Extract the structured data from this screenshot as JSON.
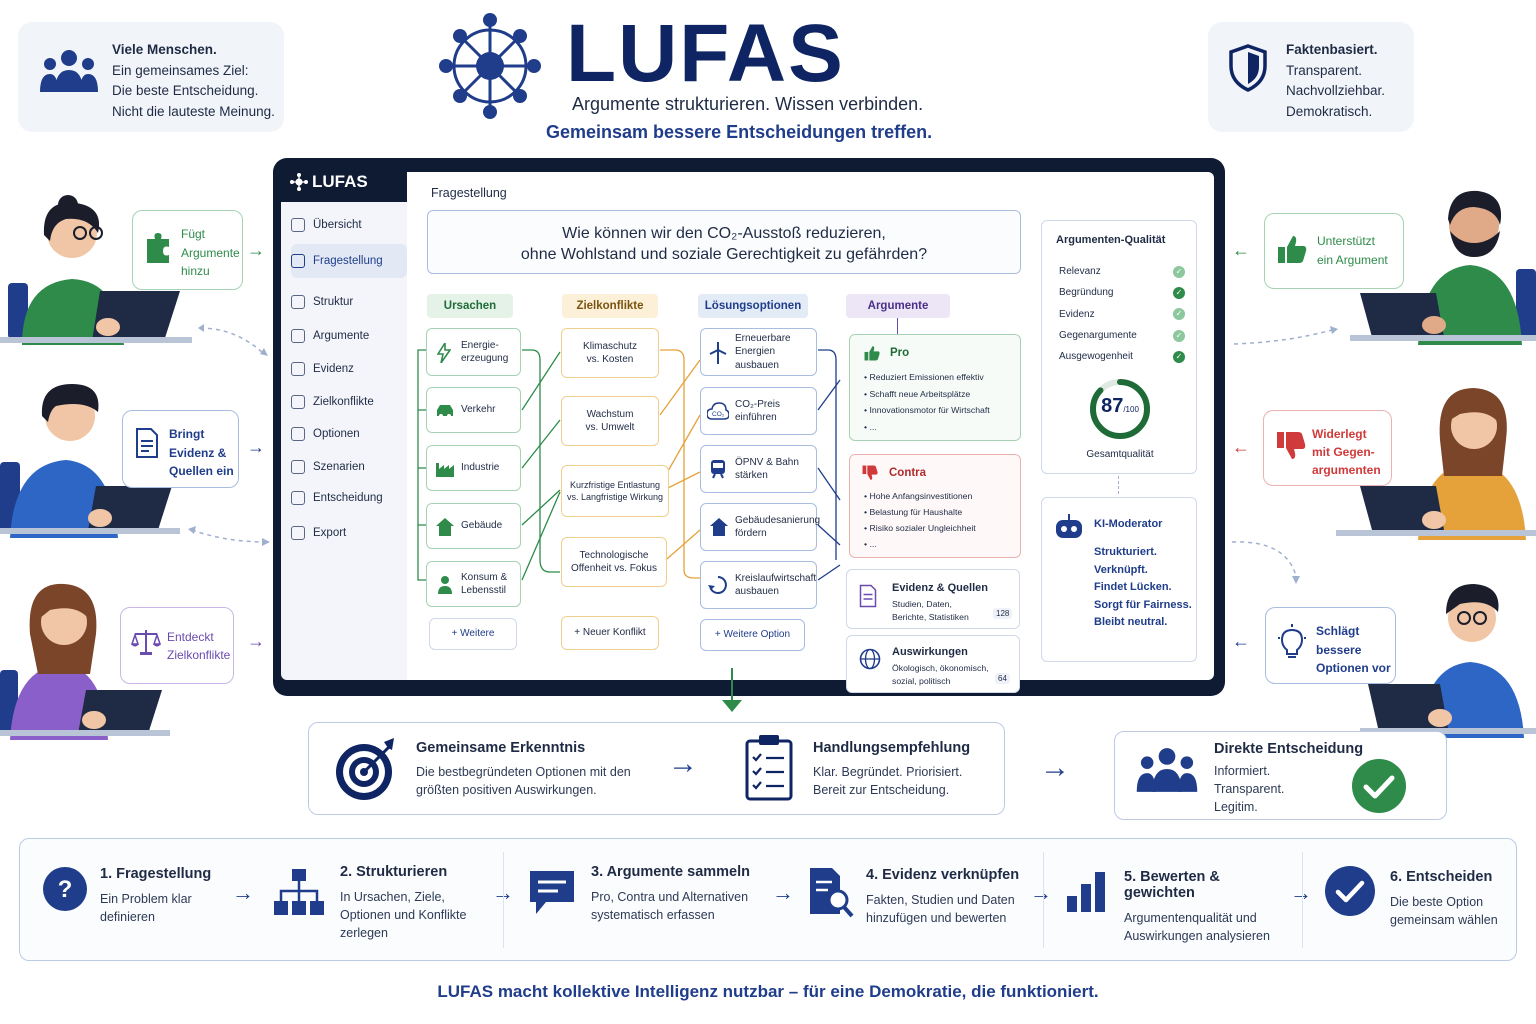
{
  "brand": {
    "name": "LUFAS",
    "tagline": "Argumente strukturieren. Wissen verbinden.",
    "subtagline": "Gemeinsam bessere Entscheidungen treffen."
  },
  "top_left": [
    "Viele Menschen.",
    "Ein gemeinsames Ziel:",
    "Die beste Entscheidung.",
    "Nicht die lauteste Meinung."
  ],
  "top_right": [
    "Faktenbasiert.",
    "Transparent.",
    "Nachvollziehbar.",
    "Demokratisch."
  ],
  "left_actions": [
    {
      "lines": [
        "Fügt",
        "Argumente",
        "hinzu"
      ],
      "color": "#2e8b4a"
    },
    {
      "lines": [
        "Bringt",
        "Evidenz &",
        "Quellen ein"
      ],
      "color": "#1f3d8a"
    },
    {
      "lines": [
        "Entdeckt",
        "Zielkonflikte"
      ],
      "color": "#6a4bb0"
    }
  ],
  "right_actions": [
    {
      "lines": [
        "Unterstützt",
        "ein Argument"
      ],
      "color": "#2e8b4a"
    },
    {
      "lines": [
        "Widerlegt",
        "mit Gegen-",
        "argumenten"
      ],
      "color": "#d13a3a"
    },
    {
      "lines": [
        "Schlägt",
        "bessere",
        "Optionen vor"
      ],
      "color": "#1f3d8a"
    }
  ],
  "app": {
    "logo": "LUFAS",
    "nav": [
      "Übersicht",
      "Fragestellung",
      "Struktur",
      "Argumente",
      "Evidenz",
      "Zielkonflikte",
      "Optionen",
      "Szenarien",
      "Entscheidung",
      "Export"
    ],
    "active_nav": "Fragestellung",
    "section_label": "Fragestellung",
    "question_line1": "Wie können wir den CO₂-Ausstoß reduzieren,",
    "question_line2": "ohne Wohlstand und soziale Gerechtigkeit zu gefährden?",
    "columns": {
      "causes": "Ursachen",
      "conflicts": "Zielkonflikte",
      "options": "Lösungsoptionen",
      "arguments": "Argumente"
    },
    "causes": [
      [
        "Energie-",
        "erzeugung"
      ],
      [
        "Verkehr"
      ],
      [
        "Industrie"
      ],
      [
        "Gebäude"
      ],
      [
        "Konsum &",
        "Lebensstil"
      ]
    ],
    "conflicts": [
      [
        "Klimaschutz",
        "vs. Kosten"
      ],
      [
        "Wachstum",
        "vs. Umwelt"
      ],
      [
        "Kurzfristige Entlastung",
        "vs. Langfristige Wirkung"
      ],
      [
        "Technologische",
        "Offenheit vs. Fokus"
      ]
    ],
    "options": [
      [
        "Erneuerbare",
        "Energien ausbauen"
      ],
      [
        "CO₂-Preis",
        "einführen"
      ],
      [
        "ÖPNV & Bahn",
        "stärken"
      ],
      [
        "Gebäudesanierung",
        "fördern"
      ],
      [
        "Kreislaufwirtschaft",
        "ausbauen"
      ]
    ],
    "add_cause": "+ Weitere",
    "add_conflict": "+ Neuer Konflikt",
    "add_option": "+ Weitere Option",
    "pro": {
      "title": "Pro",
      "items": [
        "Reduziert Emissionen effektiv",
        "Schafft neue Arbeitsplätze",
        "Innovationsmotor für Wirtschaft",
        "..."
      ]
    },
    "contra": {
      "title": "Contra",
      "items": [
        "Hohe Anfangsinvestitionen",
        "Belastung für Haushalte",
        "Risiko sozialer Ungleichheit",
        "..."
      ]
    },
    "evidence": {
      "title": "Evidenz & Quellen",
      "line1": "Studien, Daten,",
      "line2": "Berichte, Statistiken",
      "count": "128"
    },
    "impacts": {
      "title": "Auswirkungen",
      "line1": "Ökologisch, ökonomisch,",
      "line2": "sozial, politisch",
      "count": "64"
    }
  },
  "quality": {
    "title": "Argumenten-Qualität",
    "criteria": [
      "Relevanz",
      "Begründung",
      "Evidenz",
      "Gegenargumente",
      "Ausgewogenheit"
    ],
    "score": 87,
    "score_text": "87",
    "score_max": "/100",
    "score_label": "Gesamtqualität"
  },
  "moderator": {
    "title": "KI-Moderator",
    "lines": [
      "Strukturiert.",
      "Verknüpft.",
      "Findet Lücken.",
      "Sorgt für Fairness.",
      "Bleibt neutral."
    ]
  },
  "outcomes": [
    {
      "title": "Gemeinsame Erkenntnis",
      "lines": [
        "Die bestbegründeten Optionen mit den",
        "größten positiven Auswirkungen."
      ]
    },
    {
      "title": "Handlungsempfehlung",
      "lines": [
        "Klar. Begründet. Priorisiert.",
        "Bereit zur Entscheidung."
      ]
    },
    {
      "title": "Direkte Entscheidung",
      "lines": [
        "Informiert.",
        "Transparent.",
        "Legitim."
      ]
    }
  ],
  "steps": [
    {
      "title": "1. Fragestellung",
      "lines": [
        "Ein Problem klar",
        "definieren"
      ]
    },
    {
      "title": "2. Strukturieren",
      "lines": [
        "In Ursachen, Ziele,",
        "Optionen und Konflikte",
        "zerlegen"
      ]
    },
    {
      "title": "3. Argumente sammeln",
      "lines": [
        "Pro, Contra und Alternativen",
        "systematisch erfassen"
      ]
    },
    {
      "title": "4. Evidenz verknüpfen",
      "lines": [
        "Fakten, Studien und Daten",
        "hinzufügen und bewerten"
      ]
    },
    {
      "title": "5. Bewerten & gewichten",
      "lines": [
        "Argumentenqualität und",
        "Auswirkungen analysieren"
      ]
    },
    {
      "title": "6. Entscheiden",
      "lines": [
        "Die beste Option",
        "gemeinsam wählen"
      ]
    }
  ],
  "footer": "LUFAS macht kollektive Intelligenz nutzbar – für eine Demokratie, die funktioniert.",
  "colors": {
    "navy": "#1f3d8a",
    "green": "#2e8b4a",
    "red": "#d13a3a",
    "purple": "#6a4bb0",
    "orange": "#e5a23b"
  }
}
